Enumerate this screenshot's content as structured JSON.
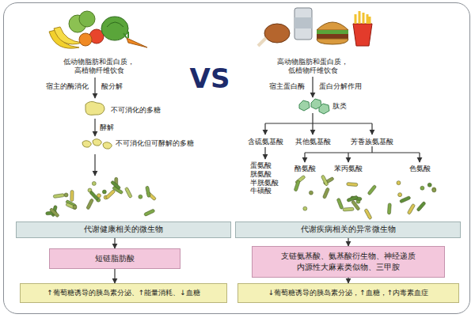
{
  "diagram": {
    "nodes": [
      {
        "text": [
          "代谢健康相关的微生物"
        ]
      },
      {
        "text": [
          "短链脂肪酸"
        ]
      },
      {
        "text": [
          "↑葡萄糖诱导的胰岛素分泌、↑能量消耗、↓血糖"
        ]
      },
      {
        "text": [
          "代谢疾病相关的异常微生物"
        ]
      },
      {
        "text": [
          "支链氨基酸、氨基酸衍生物、神经递质 内源性大麻素类似物、三甲胺"
        ]
      },
      {
        "text": [
          "↓葡萄糖诱导的胰岛素分泌，↑血糖，↑内毒素血症"
        ]
      }
    ],
    "edges": [
      {
        "from": 0,
        "to": 1,
        "arrow": "to"
      },
      {
        "from": 1,
        "to": 2,
        "arrow": "to"
      },
      {
        "from": 3,
        "to": 4,
        "arrow": "to"
      },
      {
        "from": 4,
        "to": 5,
        "arrow": "to"
      }
    ],
    "labels": [
      "VS",
      "低动物脂肪和蛋白质，高植物纤维饮食",
      "宿主的酶消化",
      "酸分解",
      "不可消化的多糖",
      "酵解",
      "不可消化但可酵解的多糖",
      "高动物脂肪和蛋白质，低植物纤维饮食",
      "宿主蛋白酶",
      "蛋白分解作用",
      "肽类",
      "含硫氨基酸",
      "其他氨基酸",
      "芳香族氨基酸",
      "蛋氨酸 胱氨酸 半胱氨酸 牛磺酸",
      "酪氨酸",
      "苯丙氨酸",
      "色氨酸"
    ]
  }
}
